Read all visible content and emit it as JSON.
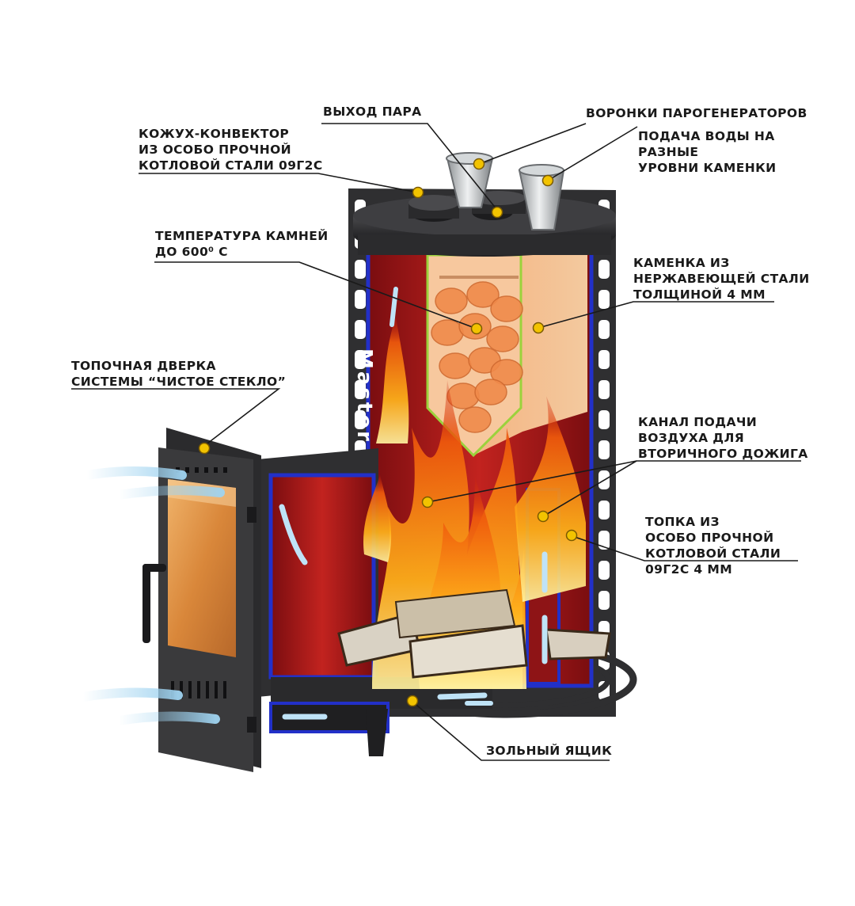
{
  "brand": "Master",
  "colors": {
    "body": "#2f2f31",
    "chamber": "#a3181c",
    "edge": "#2230c8",
    "flame": "#f4820f",
    "glass": "#d98a3a",
    "marker": "#f2c300",
    "air": "#9fd3f0",
    "stones": "#f08a4a",
    "stone_frame": "#9bd23c"
  },
  "labels": {
    "steam_exit": [
      "ВЫХОД ПАРА"
    ],
    "funnels": [
      "ВОРОНКИ ПАРОГЕНЕРАТОРОВ"
    ],
    "water_feed": [
      "ПОДАЧА ВОДЫ НА",
      "РАЗНЫЕ",
      "УРОВНИ КАМЕНКИ"
    ],
    "casing": [
      "КОЖУХ-КОНВЕКТОР",
      "ИЗ ОСОБО ПРОЧНОЙ",
      "КОТЛОВОЙ СТАЛИ 09Г2С"
    ],
    "stone_temp": [
      "ТЕМПЕРАТУРА КАМНЕЙ",
      "ДО 600⁰ С"
    ],
    "stone_box": [
      "КАМЕНКА ИЗ",
      "НЕРЖАВЕЮЩЕЙ СТАЛИ",
      "ТОЛЩИНОЙ 4 ММ"
    ],
    "door": [
      "ТОПОЧНАЯ ДВЕРКА",
      "СИСТЕМЫ “ЧИСТОЕ СТЕКЛО”"
    ],
    "air_channel": [
      "КАНАЛ ПОДАЧИ",
      "ВОЗДУХА ДЛЯ",
      "ВТОРИЧНОГО ДОЖИГА"
    ],
    "firebox": [
      "ТОПКА  ИЗ",
      "ОСОБО ПРОЧНОЙ",
      "КОТЛОВОЙ СТАЛИ",
      "09Г2С 4 ММ"
    ],
    "ash_box": [
      "ЗОЛЬНЫЙ ЯЩИК"
    ]
  }
}
